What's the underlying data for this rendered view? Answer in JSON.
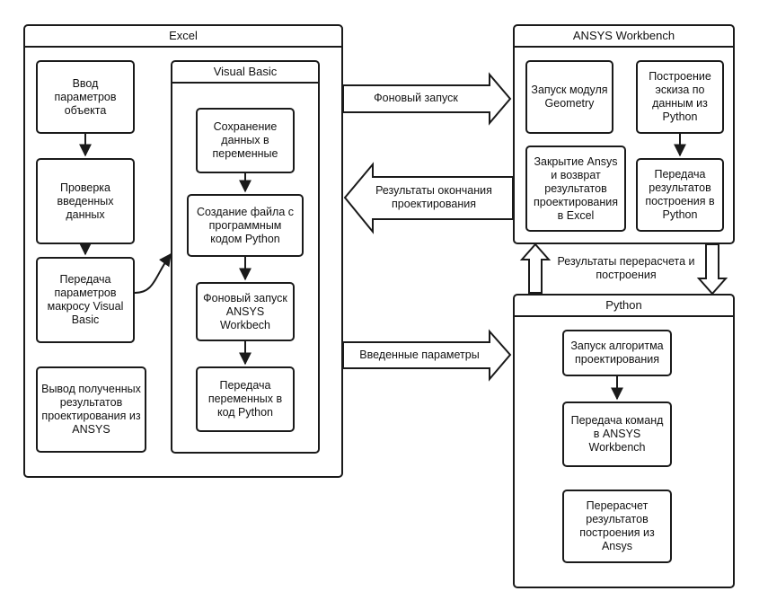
{
  "containers": {
    "excel": "Excel",
    "visual_basic": "Visual Basic",
    "ansys": "ANSYS Workbench",
    "python": "Python"
  },
  "excel_nodes": {
    "input_params": "Ввод параметров объекта",
    "check_data": "Проверка введенных данных",
    "pass_params": "Передача параметров макросу Visual Basic",
    "output_results": "Вывод полученных результатов проектирования из ANSYS"
  },
  "vb_nodes": {
    "save_vars": "Сохранение данных в переменные",
    "create_file": "Создание файла с программным кодом Python",
    "bg_launch": "Фоновый запуск ANSYS Workbech",
    "pass_vars": "Передача переменных в код Python"
  },
  "ansys_nodes": {
    "launch_geometry": "Запуск модуля Geometry",
    "build_sketch": "Построение эскиза по данным из Python",
    "close_ansys": "Закрытие Ansys и возврат результатов проектирования в Excel",
    "pass_results": "Передача результатов построения в Python"
  },
  "python_nodes": {
    "launch_algorithm": "Запуск алгоритма проектирования",
    "pass_commands": "Передача команд в ANSYS Workbench",
    "recalc": "Перерасчет результатов построения из Ansys"
  },
  "arrow_labels": {
    "background_launch": "Фоновый запуск",
    "design_results": [
      "Результаты окончания",
      "проектирования"
    ],
    "entered_params": "Введенные параметры",
    "recalc_results": [
      "Результаты перерасчета и",
      "построения"
    ]
  },
  "colors": {
    "line": "#1a1a1a",
    "fill": "#ffffff"
  }
}
